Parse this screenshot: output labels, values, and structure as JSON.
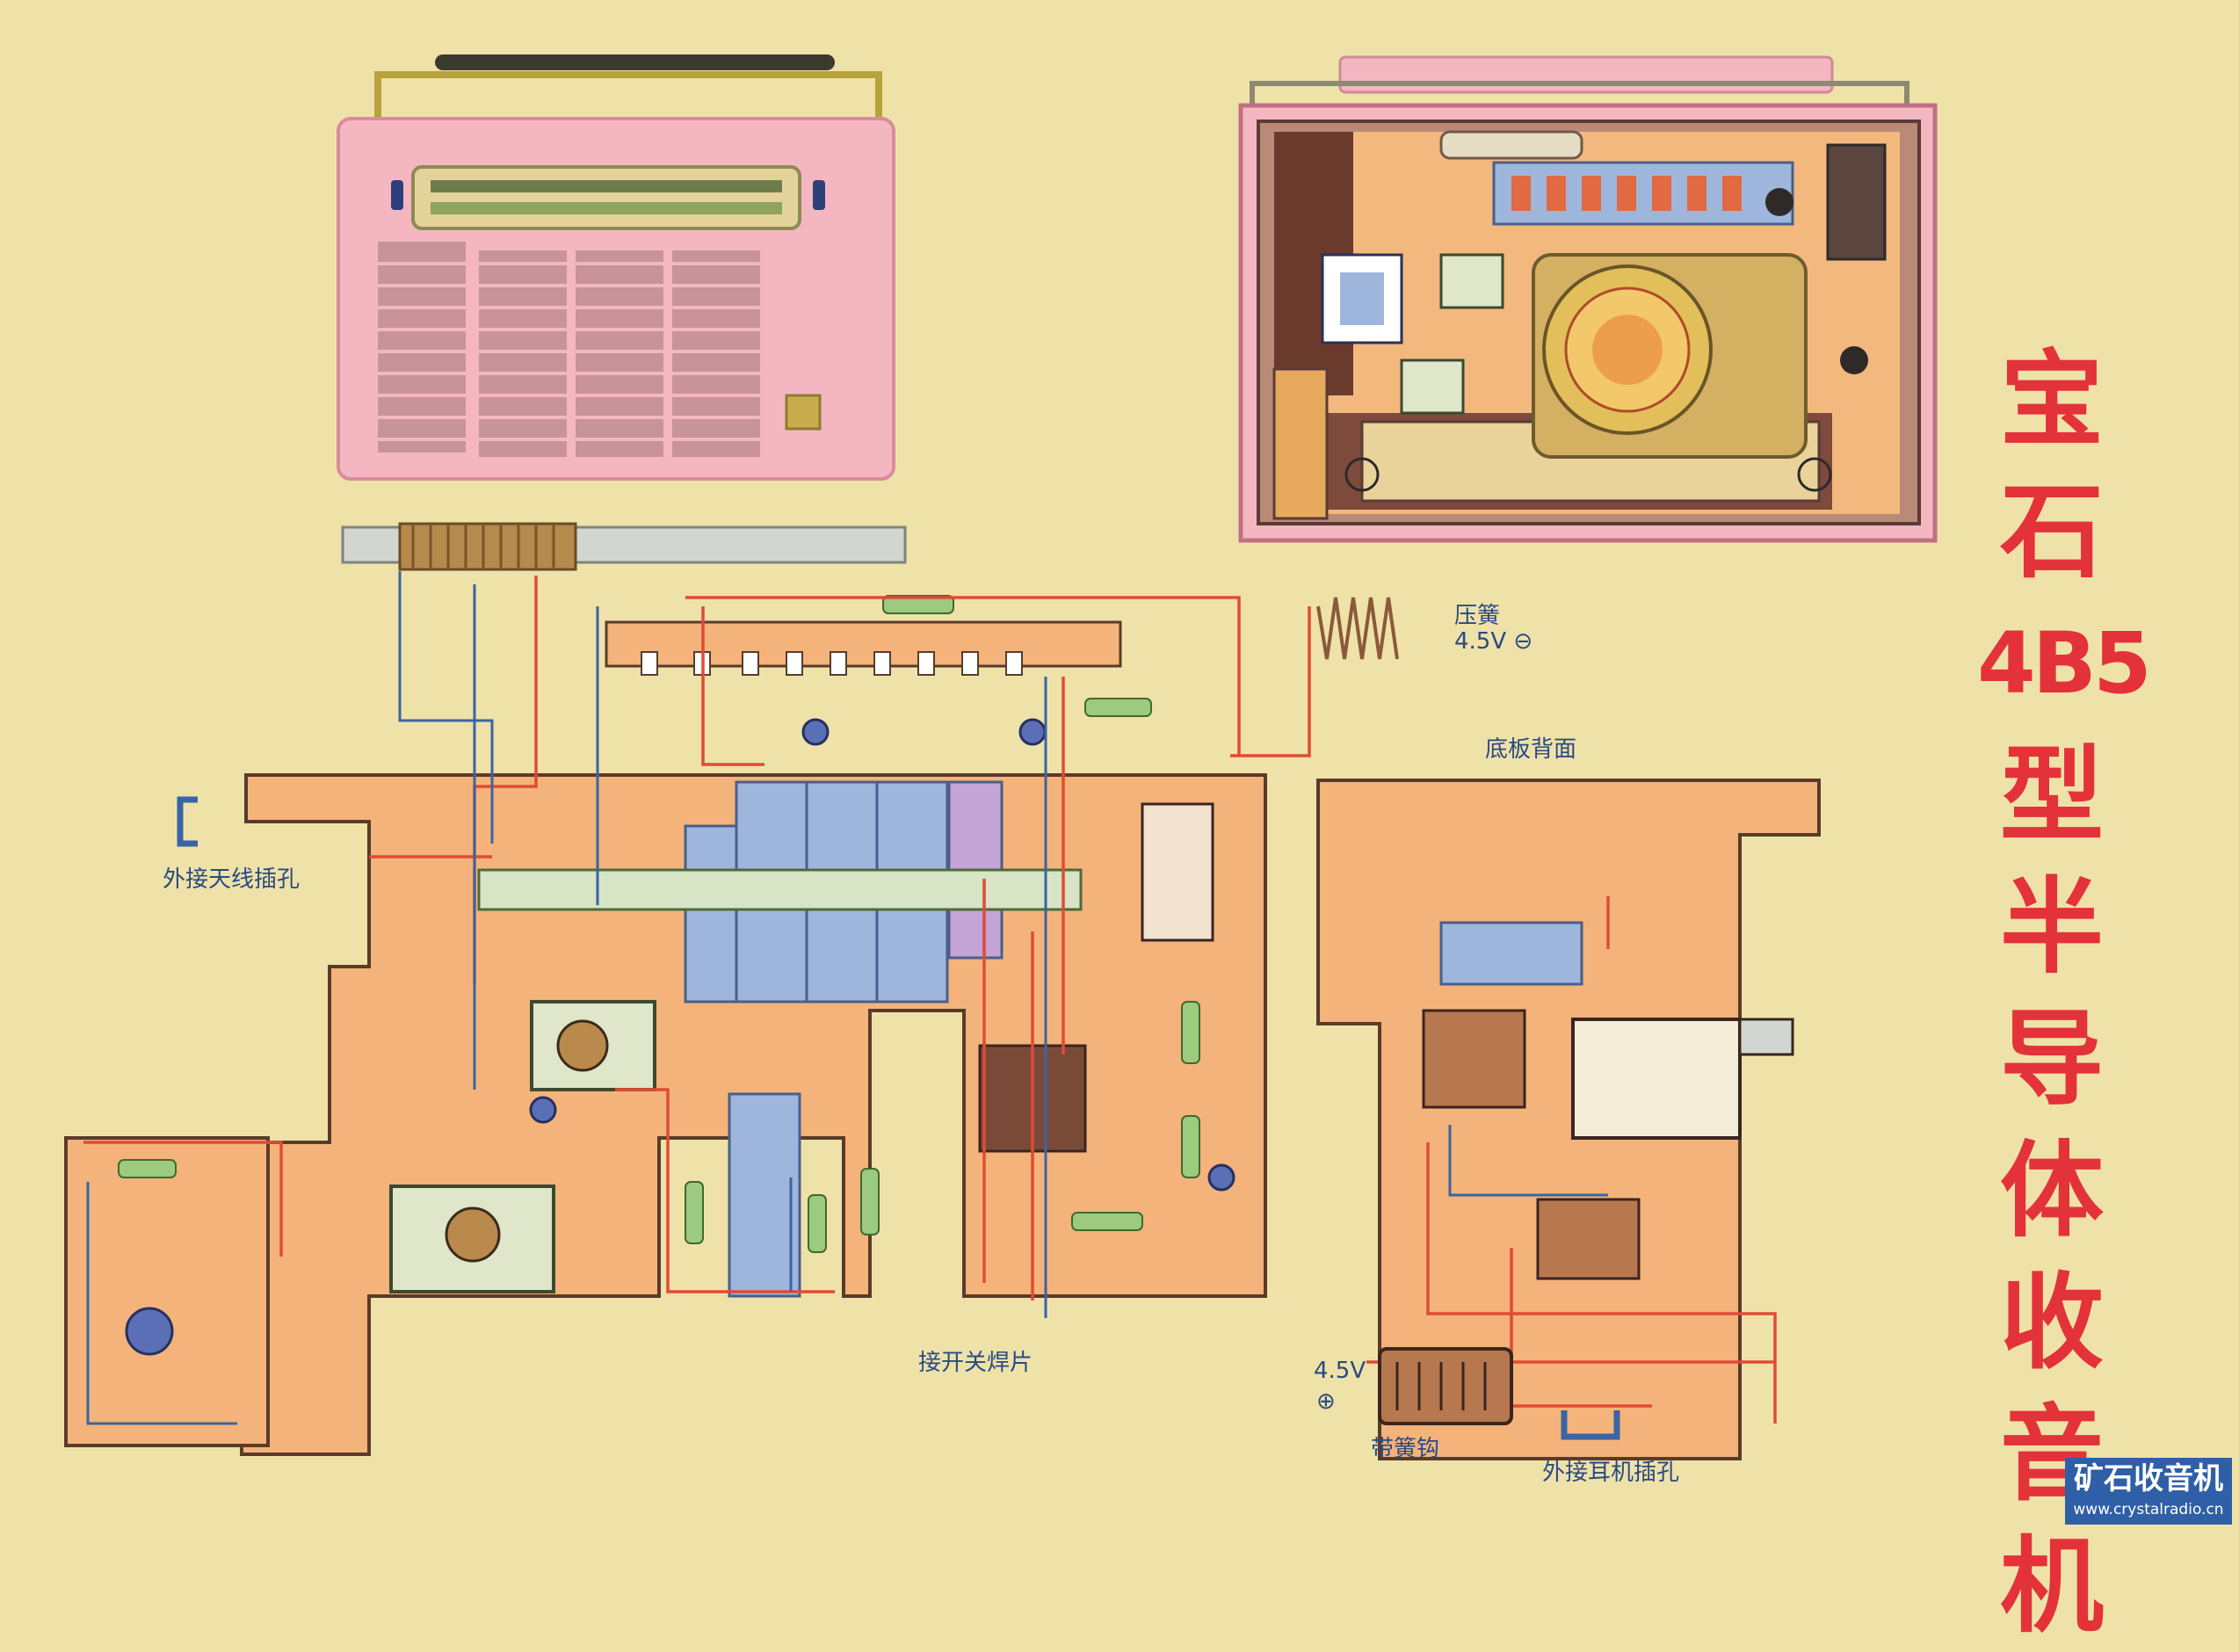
{
  "title": {
    "chars": [
      "宝",
      "石"
    ],
    "model": "4B5",
    "chars2": [
      "型",
      "半",
      "导",
      "体",
      "收",
      "音",
      "机"
    ]
  },
  "labels": {
    "spring_label": "压簧",
    "spring_voltage": "4.5V ⊖",
    "board_back_label": "底板背面",
    "ext_antenna_label": "外接天线插孔",
    "ext_earphone_label": "外接耳机插孔",
    "battery_voltage": "4.5V",
    "battery_plus": "⊕",
    "battery_clip_label": "带簧钩",
    "switch_wire_label": "接开关焊片"
  },
  "watermark": {
    "line1": "矿石收音机",
    "line2": "www.crystalradio.cn"
  },
  "colors": {
    "background": "#efe2a9",
    "board": "#f4b37a",
    "wire_red": "#e14b36",
    "wire_blue": "#3a64a4",
    "title_red": "#e3323a",
    "case_pink": "#f4b7c1",
    "capacitor_blue": "#9fb6dc"
  },
  "icons": [
    "radio-front-icon",
    "radio-back-icon",
    "antenna-coil-icon",
    "spring-icon",
    "battery-icon"
  ]
}
